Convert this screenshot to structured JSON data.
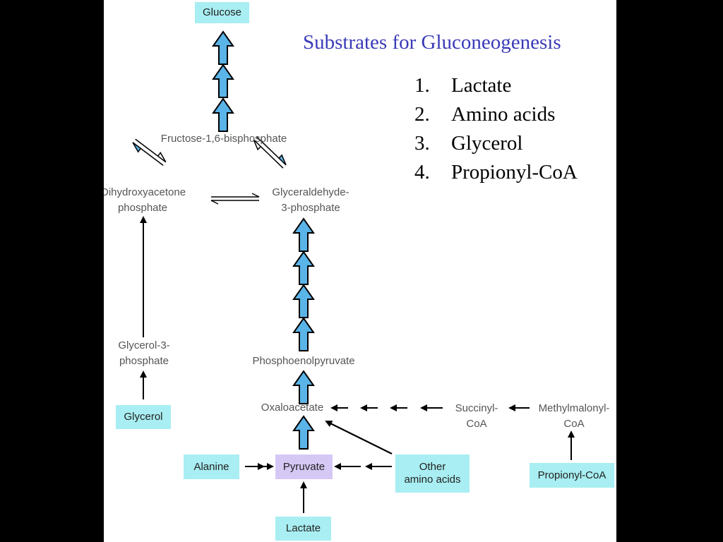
{
  "slide": {
    "title": "Substrates for Gluconeogenesis",
    "substrates": [
      {
        "num": "1.",
        "name": "Lactate"
      },
      {
        "num": "2.",
        "name": "Amino acids"
      },
      {
        "num": "3.",
        "name": "Glycerol"
      },
      {
        "num": "4.",
        "name": "Propionyl-CoA"
      }
    ]
  },
  "diagram": {
    "glucose": "Glucose",
    "fructose_bisphosphate": "Fructose-1,6-bisphosphate",
    "dhap_line1": "Dihydroxyacetone",
    "dhap_line2": "phosphate",
    "g3p_line1": "Glyceraldehyde-",
    "g3p_line2": "3-phosphate",
    "glycerol_3_phosphate_line1": "Glycerol-3-",
    "glycerol_3_phosphate_line2": "phosphate",
    "glycerol": "Glycerol",
    "phosphoenolpyruvate": "Phosphoenolpyruvate",
    "oxaloacetate": "Oxaloacetate",
    "succinyl_coa_line1": "Succinyl-",
    "succinyl_coa_line2": "CoA",
    "methylmalonyl_coa_line1": "Methylmalonyl-",
    "methylmalonyl_coa_line2": "CoA",
    "alanine": "Alanine",
    "pyruvate": "Pyruvate",
    "other_amino_acids_line1": "Other",
    "other_amino_acids_line2": "amino acids",
    "propionyl_coa": "Propionyl-CoA",
    "lactate": "Lactate"
  },
  "colors": {
    "background": "#000000",
    "slide": "#ffffff",
    "title_text": "#3a3ab8",
    "box_cyan": "#a8eef2",
    "box_purple": "#d5c8f5",
    "block_arrow": "#5ab4e8",
    "node_text": "#555555"
  }
}
